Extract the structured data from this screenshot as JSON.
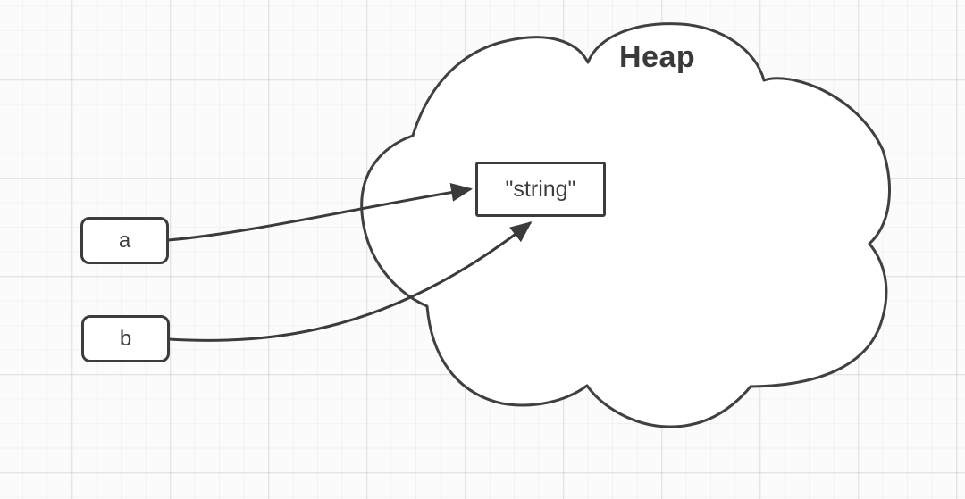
{
  "diagram": {
    "title_region": "Heap",
    "heap": {
      "label": "Heap"
    },
    "heap_object": {
      "label": "\"string\""
    },
    "variables": [
      {
        "label": "a"
      },
      {
        "label": "b"
      }
    ],
    "edges": [
      {
        "from": "a",
        "to": "string",
        "style": "curved-arrow"
      },
      {
        "from": "b",
        "to": "string",
        "style": "curved-arrow"
      }
    ]
  },
  "colors": {
    "stroke": "#3c3c3c",
    "text": "#3d3d3d",
    "shape_fill": "#ffffff",
    "background": "#fbfbfb",
    "grid_minor": "#f0f0f0",
    "grid_major": "#e8e8e8"
  }
}
